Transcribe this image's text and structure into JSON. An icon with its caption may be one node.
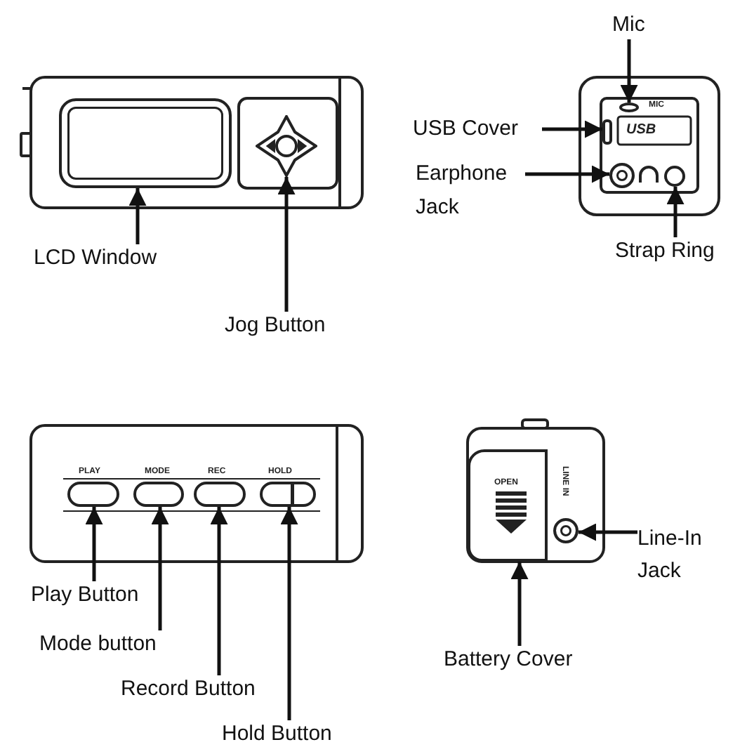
{
  "diagram": {
    "nodes": [
      {
        "text": [
          "Mic"
        ]
      },
      {
        "text": [
          "USB Cover"
        ]
      },
      {
        "text": [
          "Earphone Jack"
        ]
      },
      {
        "text": [
          "LCD Window"
        ]
      },
      {
        "text": [
          "Jog Button"
        ]
      },
      {
        "text": [
          "Strap Ring"
        ]
      },
      {
        "text": [
          "Play Button"
        ]
      },
      {
        "text": [
          "Mode button"
        ]
      },
      {
        "text": [
          "Record Button"
        ]
      },
      {
        "text": [
          "Hold Button"
        ]
      },
      {
        "text": [
          "Line-In Jack"
        ]
      },
      {
        "text": [
          "Battery Cover"
        ]
      },
      {
        "text": [],
        "shape": "box"
      },
      {
        "text": [],
        "shape": "button"
      },
      {
        "text": [],
        "shape": "circle"
      },
      {
        "text": [],
        "shape": "box"
      },
      {
        "text": [],
        "shape": "circle"
      },
      {
        "text": [],
        "shape": "circle"
      },
      {
        "text": [],
        "shape": "button"
      },
      {
        "text": [],
        "shape": "button"
      },
      {
        "text": [],
        "shape": "button"
      },
      {
        "text": [],
        "shape": "button"
      },
      {
        "text": [],
        "shape": "box"
      },
      {
        "text": [],
        "shape": "circle"
      }
    ],
    "edges": [
      {
        "from": 0,
        "to": 14,
        "arrow": "to"
      },
      {
        "from": 1,
        "to": 15,
        "arrow": "to"
      },
      {
        "from": 2,
        "to": 16,
        "arrow": "to"
      },
      {
        "from": 3,
        "to": 12,
        "arrow": "to"
      },
      {
        "from": 4,
        "to": 13,
        "arrow": "to"
      },
      {
        "from": 5,
        "to": 17,
        "arrow": "to"
      },
      {
        "from": 6,
        "to": 18,
        "arrow": "to"
      },
      {
        "from": 7,
        "to": 19,
        "arrow": "to"
      },
      {
        "from": 8,
        "to": 20,
        "arrow": "to"
      },
      {
        "from": 9,
        "to": 21,
        "arrow": "to"
      },
      {
        "from": 10,
        "to": 23,
        "arrow": "to"
      },
      {
        "from": 11,
        "to": 22,
        "arrow": "to"
      }
    ],
    "labels": [
      "MIC",
      "USB",
      "PLAY",
      "MODE",
      "REC",
      "HOLD",
      "OPEN",
      "LINE IN"
    ]
  }
}
